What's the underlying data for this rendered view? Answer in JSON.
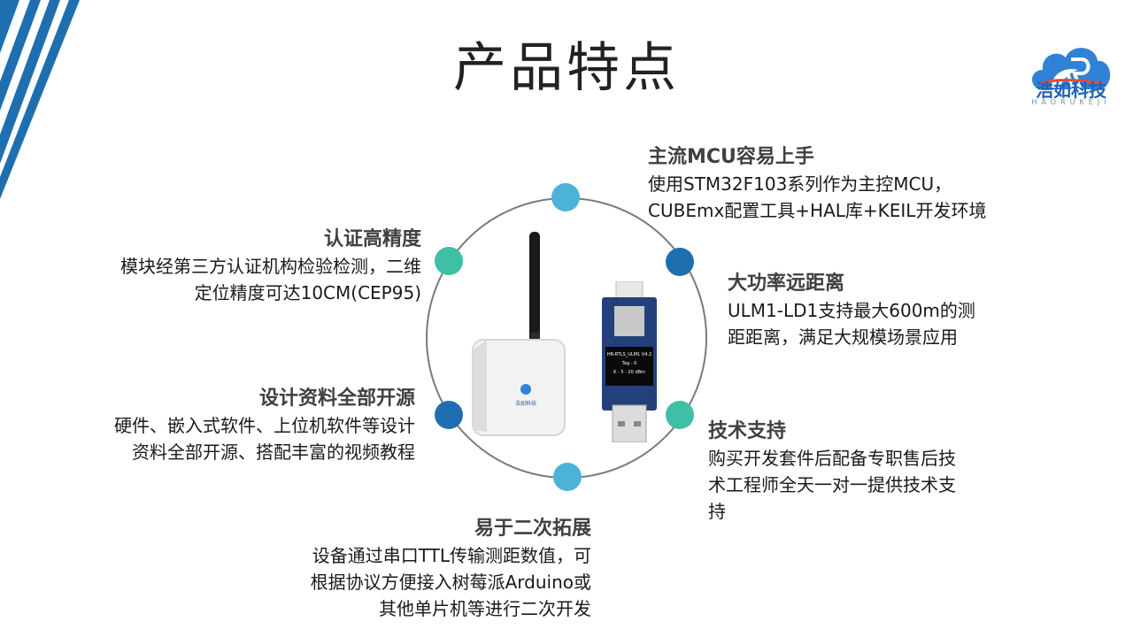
{
  "title": "产品特点",
  "logo": {
    "name": "浩如科技",
    "sub": "HAORUKEJI"
  },
  "colors": {
    "accent": "#1f63b5",
    "teal": "#3fbfa6",
    "sky": "#4db3d6",
    "navy": "#1f6fb0"
  },
  "features": [
    {
      "heading": "主流MCU容易上手",
      "lines": [
        "使用STM32F103系列作为主控MCU，",
        "CUBEmx配置工具+HAL库+KEIL开发环境"
      ]
    },
    {
      "heading": "认证高精度",
      "lines": [
        "模块经第三方认证机构检验检测，二维",
        "定位精度可达10CM(CEP95)"
      ]
    },
    {
      "heading": "大功率远距离",
      "lines": [
        "ULM1-LD1支持最大600m的测",
        "距距离，满足大规模场景应用"
      ]
    },
    {
      "heading": "设计资料全部开源",
      "lines": [
        "硬件、嵌入式软件、上位机软件等设计",
        "资料全部开源、搭配丰富的视频教程"
      ]
    },
    {
      "heading": "技术支持",
      "lines": [
        "购买开发套件后配备专职售后技",
        "术工程师全天一对一提供技术支",
        "持"
      ]
    },
    {
      "heading": "易于二次拓展",
      "lines": [
        "设备通过串口TTL传输测距数值，可",
        "根据协议方便接入树莓派Arduino或",
        "其他单片机等进行二次开发"
      ]
    }
  ]
}
